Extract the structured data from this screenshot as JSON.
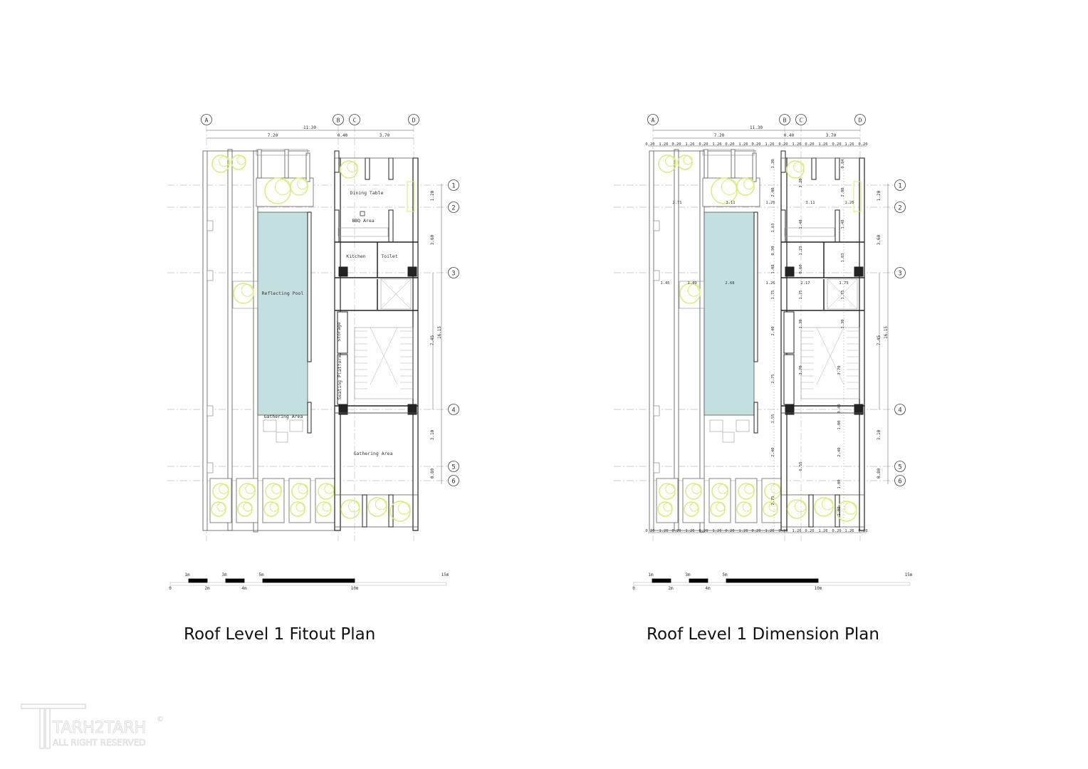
{
  "titles": {
    "fitout": "Roof Level 1 Fitout Plan",
    "dimension": "Roof Level 1 Dimension Plan"
  },
  "watermark": {
    "brand": "TARH2TARH",
    "rights": "ALL RIGHT RESERVED",
    "symbol": "©"
  },
  "grid": {
    "columns": [
      "A",
      "B",
      "C",
      "D"
    ],
    "rows": [
      "1",
      "2",
      "3",
      "4",
      "5",
      "6"
    ]
  },
  "overall_dims": {
    "total": "11.30",
    "ab": "7.20",
    "bc": "0.40",
    "cd": "3.70"
  },
  "row_dims": {
    "r12": "1.20",
    "r23": "3.60",
    "r34": "7.45",
    "total": "16.15",
    "r45": "3.10",
    "r56": "0.80"
  },
  "rooms": [
    "Dining Table",
    "BBQ Area",
    "Kitchen",
    "Toilet",
    "Reflecting Pool",
    "Storage",
    "Seating Platform",
    "Gathering Area",
    "Gathering Area"
  ],
  "scale_bar": {
    "top": [
      "1m",
      "3m",
      "5m",
      "15m"
    ],
    "bottom": [
      "0",
      "2m",
      "4m",
      "10m"
    ]
  },
  "module_dims": [
    "0.20",
    "1.26",
    "0.20",
    "1.26",
    "0.20",
    "1.26",
    "0.20",
    "1.26",
    "0.20",
    "1.26",
    "0.20",
    "1.26",
    "0.20",
    "1.26",
    "0.20",
    "1.26",
    "0.20"
  ],
  "interior_dims": [
    "2.71",
    "3.11",
    "1.26",
    "3.11",
    "1.26",
    "1.20",
    "2.00",
    "1.63",
    "0.90",
    "1.08",
    "3.20",
    "0.84",
    "2.00",
    "1.48",
    "1.48",
    "1.23",
    "1.83",
    "0.60",
    "1.45",
    "1.49",
    "2.68",
    "1.26",
    "2.17",
    "1.75",
    "1.75",
    "1.75",
    "1.75",
    "2.40",
    "1.30",
    "1.30",
    "2.75",
    "3.70",
    "3.70",
    "1.55",
    "0.40",
    "1.00",
    "2.40",
    "2.40",
    "6.55",
    "1.00",
    "2.75",
    "1.00"
  ],
  "colors": {
    "pool": "#c4dfe0",
    "planting": "#d8ec7a",
    "line": "#555555",
    "column": "#222222"
  }
}
